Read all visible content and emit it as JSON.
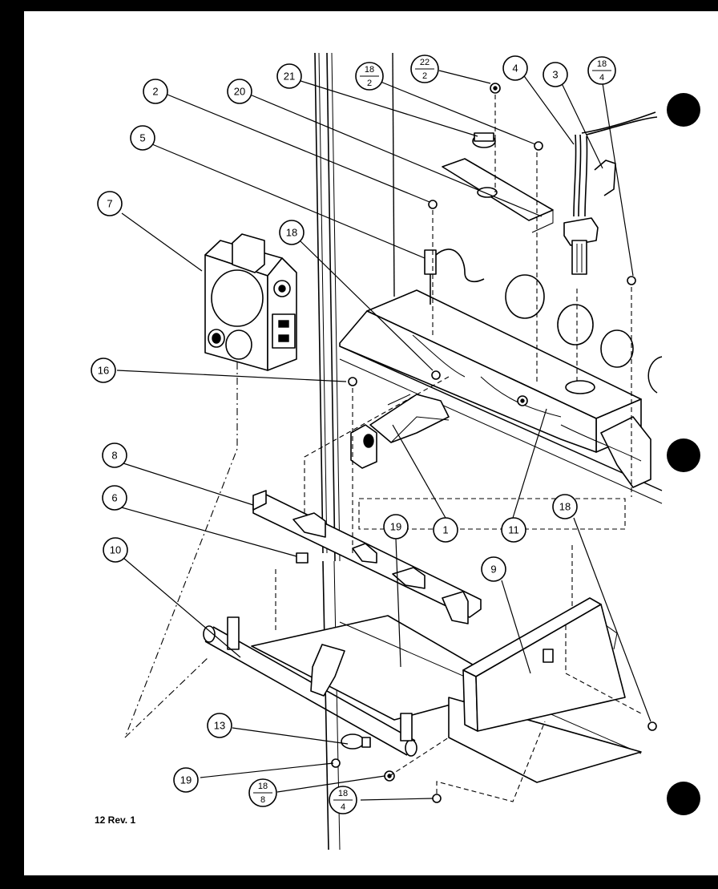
{
  "sheet": {
    "label": "12 Rev. 1"
  },
  "colors": {
    "background": "#000000",
    "paper": "#ffffff",
    "ink": "#000000"
  },
  "callouts": [
    {
      "id": "c2",
      "text": "2"
    },
    {
      "id": "c20",
      "text": "20"
    },
    {
      "id": "c21",
      "text": "21"
    },
    {
      "id": "c4",
      "text": "4"
    },
    {
      "id": "c3",
      "text": "3"
    },
    {
      "id": "c5",
      "text": "5"
    },
    {
      "id": "c7",
      "text": "7"
    },
    {
      "id": "c18a",
      "text": "18"
    },
    {
      "id": "c16",
      "text": "16"
    },
    {
      "id": "c8",
      "text": "8"
    },
    {
      "id": "c6",
      "text": "6"
    },
    {
      "id": "c10",
      "text": "10"
    },
    {
      "id": "c19a",
      "text": "19"
    },
    {
      "id": "c1",
      "text": "1"
    },
    {
      "id": "c11",
      "text": "11"
    },
    {
      "id": "c18b",
      "text": "18"
    },
    {
      "id": "c9",
      "text": "9"
    },
    {
      "id": "c13",
      "text": "13"
    },
    {
      "id": "c19b",
      "text": "19"
    }
  ],
  "fraction_callouts": [
    {
      "id": "f18_2",
      "top": "18",
      "bottom": "2"
    },
    {
      "id": "f22_2",
      "top": "22",
      "bottom": "2"
    },
    {
      "id": "f18_4a",
      "top": "18",
      "bottom": "4"
    },
    {
      "id": "f18_8",
      "top": "18",
      "bottom": "8"
    },
    {
      "id": "f18_4b",
      "top": "18",
      "bottom": "4"
    }
  ]
}
